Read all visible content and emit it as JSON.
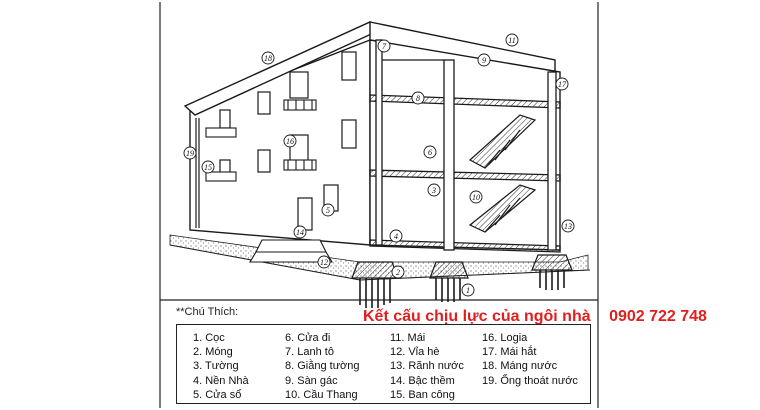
{
  "callouts": [
    "1",
    "2",
    "3",
    "4",
    "5",
    "6",
    "7",
    "8",
    "9",
    "10",
    "11",
    "12",
    "13",
    "14",
    "15",
    "16",
    "17",
    "18",
    "19"
  ],
  "legend": {
    "title": "**Chú Thích:",
    "columns": [
      [
        "1. Cọc",
        "2. Móng",
        "3. Tường",
        "4. Nền Nhà",
        "5. Cửa sổ"
      ],
      [
        "6. Cửa đi",
        "7. Lanh tô",
        "8. Giằng tường",
        "9. Sàn gác",
        "10. Cầu Thang"
      ],
      [
        "11. Mái",
        "12. Vỉa hè",
        "13. Rãnh nước",
        "14. Bậc thềm",
        "15. Ban công"
      ],
      [
        "16. Logia",
        "17. Mái hắt",
        "18. Máng nước",
        "19. Ống thoát nước"
      ]
    ]
  },
  "headline": {
    "title": "Kết cấu chịu lực của ngôi nhà",
    "phone": "0902 722 748"
  },
  "colors": {
    "ink": "#1a1a1a",
    "headline": "#e01f1f",
    "background": "#ffffff"
  }
}
